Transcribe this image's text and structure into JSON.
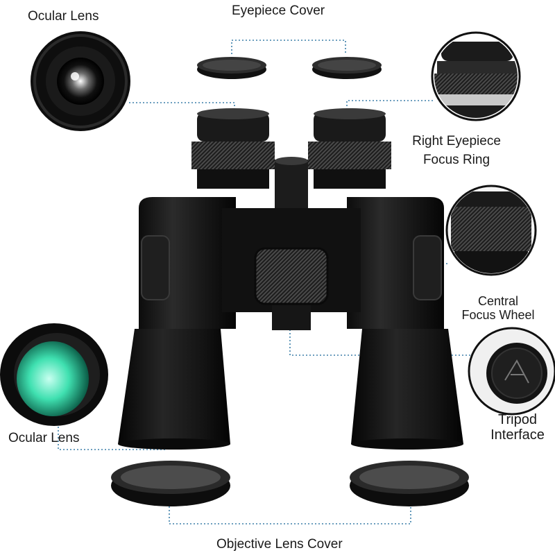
{
  "labels": {
    "eyepiece_cover": "Eyepiece Cover",
    "ocular_lens_top": "Ocular Lens",
    "right_eyepiece_line1": "Right Eyepiece",
    "right_eyepiece_line2": "Focus Ring",
    "central_focus_line1": "Central",
    "central_focus_line2": "Focus Wheel",
    "tripod_line1": "Tripod",
    "tripod_line2": "Interface",
    "ocular_lens_bottom": "Ocular Lens",
    "objective_lens_cover": "Objective Lens Cover"
  },
  "colors": {
    "background": "#ffffff",
    "body": "#141414",
    "rubber": "#1f1f1f",
    "highlight": "#3a3a3a",
    "leader_line": "#3b7ea8",
    "lens_coating": "#3fe0b0"
  }
}
